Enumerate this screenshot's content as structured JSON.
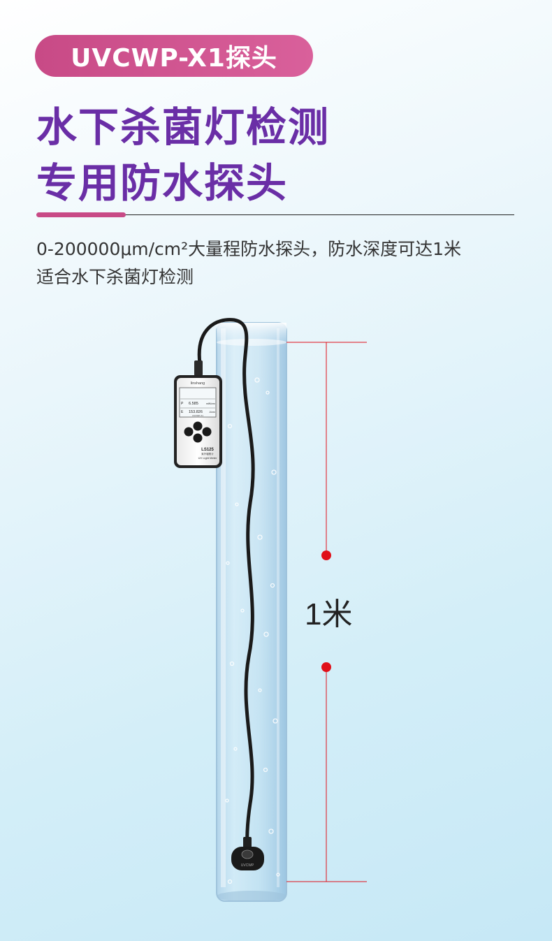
{
  "badge": {
    "text": "UVCWP-X1探头"
  },
  "headline": {
    "line1": "水下杀菌灯检测",
    "line2": "专用防水探头"
  },
  "description": {
    "line1": "0-200000μm/cm²大量程防水探头，防水深度可达1米",
    "line2": "适合水下杀菌灯检测"
  },
  "meter": {
    "brand": "linshang",
    "model": "LS125",
    "subtitle_cn": "紫外辐照计",
    "subtitle_en": "UV Light Meter",
    "reading_p": "6.585",
    "unit_p": "mW/cm²",
    "reading_e": "153.826",
    "unit_e": "J/cm²",
    "probe": "UVCWP-X1"
  },
  "measurement": {
    "depth_label": "1米"
  },
  "colors": {
    "badge": "#c84a86",
    "headline": "#6a2ea6",
    "marker": "#e0101a"
  }
}
